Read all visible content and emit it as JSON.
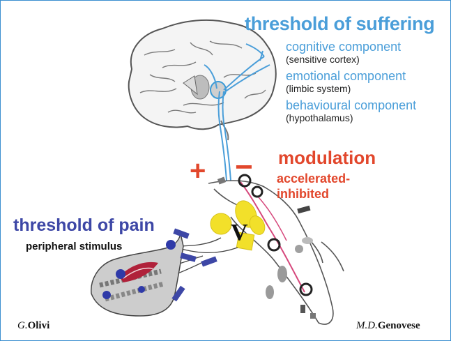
{
  "title": "threshold of suffering",
  "components": [
    {
      "name": "cognitive component",
      "detail": "(sensitive cortex)"
    },
    {
      "name": "emotional component",
      "detail": "(limbic system)"
    },
    {
      "name": "behavioural component",
      "detail": "(hypothalamus)"
    }
  ],
  "modulation": {
    "title": "modulation",
    "line1": "accelerated-",
    "line2": "inhibited",
    "plus": "+",
    "minus": "−"
  },
  "pain": {
    "title": "threshold of pain",
    "stimulus": "peripheral stimulus"
  },
  "nerve_label": "V",
  "authors": {
    "left_initial": "G.",
    "left_name": "Olivi",
    "right_initial": "M.D.",
    "right_name": "Genovese"
  },
  "colors": {
    "suffering_blue": "#4a9ed9",
    "modulation_red": "#e2472c",
    "pain_indigo": "#3d47a6",
    "nucleus_yellow": "#f2e02a"
  }
}
